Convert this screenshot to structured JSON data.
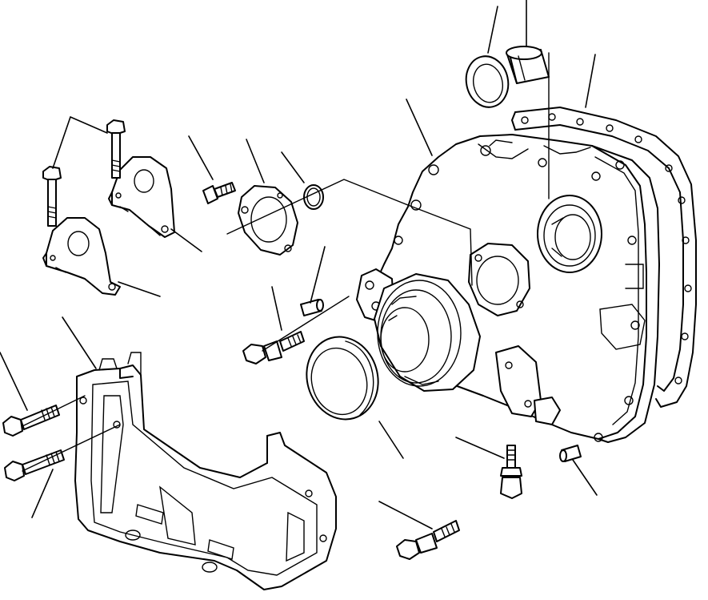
{
  "diagram": {
    "type": "exploded-parts-view",
    "parts": [
      {
        "id": "front-cover",
        "icon": "timing-cover"
      },
      {
        "id": "cover-gasket",
        "icon": "gasket"
      },
      {
        "id": "crank-oil-seal",
        "icon": "oil-seal"
      },
      {
        "id": "large-oil-seal",
        "icon": "oil-seal"
      },
      {
        "id": "bushing",
        "icon": "bushing"
      },
      {
        "id": "small-oil-seal",
        "icon": "oil-seal"
      },
      {
        "id": "flange-gasket",
        "icon": "gasket"
      },
      {
        "id": "o-ring",
        "icon": "o-ring"
      },
      {
        "id": "mounting-bracket-a",
        "icon": "bracket"
      },
      {
        "id": "mounting-bracket-b",
        "icon": "bracket"
      },
      {
        "id": "engine-mount-bracket",
        "icon": "bracket"
      },
      {
        "id": "long-bolt-1",
        "icon": "bolt"
      },
      {
        "id": "long-bolt-2",
        "icon": "bolt"
      },
      {
        "id": "short-bolt",
        "icon": "bolt"
      },
      {
        "id": "flange-bolt",
        "icon": "bolt"
      },
      {
        "id": "stud-bolt",
        "icon": "bolt"
      },
      {
        "id": "dowel-pin-1",
        "icon": "pin"
      },
      {
        "id": "dowel-pin-2",
        "icon": "pin"
      },
      {
        "id": "bracket-bolt-1",
        "icon": "bolt"
      },
      {
        "id": "bracket-bolt-2",
        "icon": "bolt"
      },
      {
        "id": "bottom-bolt",
        "icon": "bolt"
      }
    ]
  }
}
